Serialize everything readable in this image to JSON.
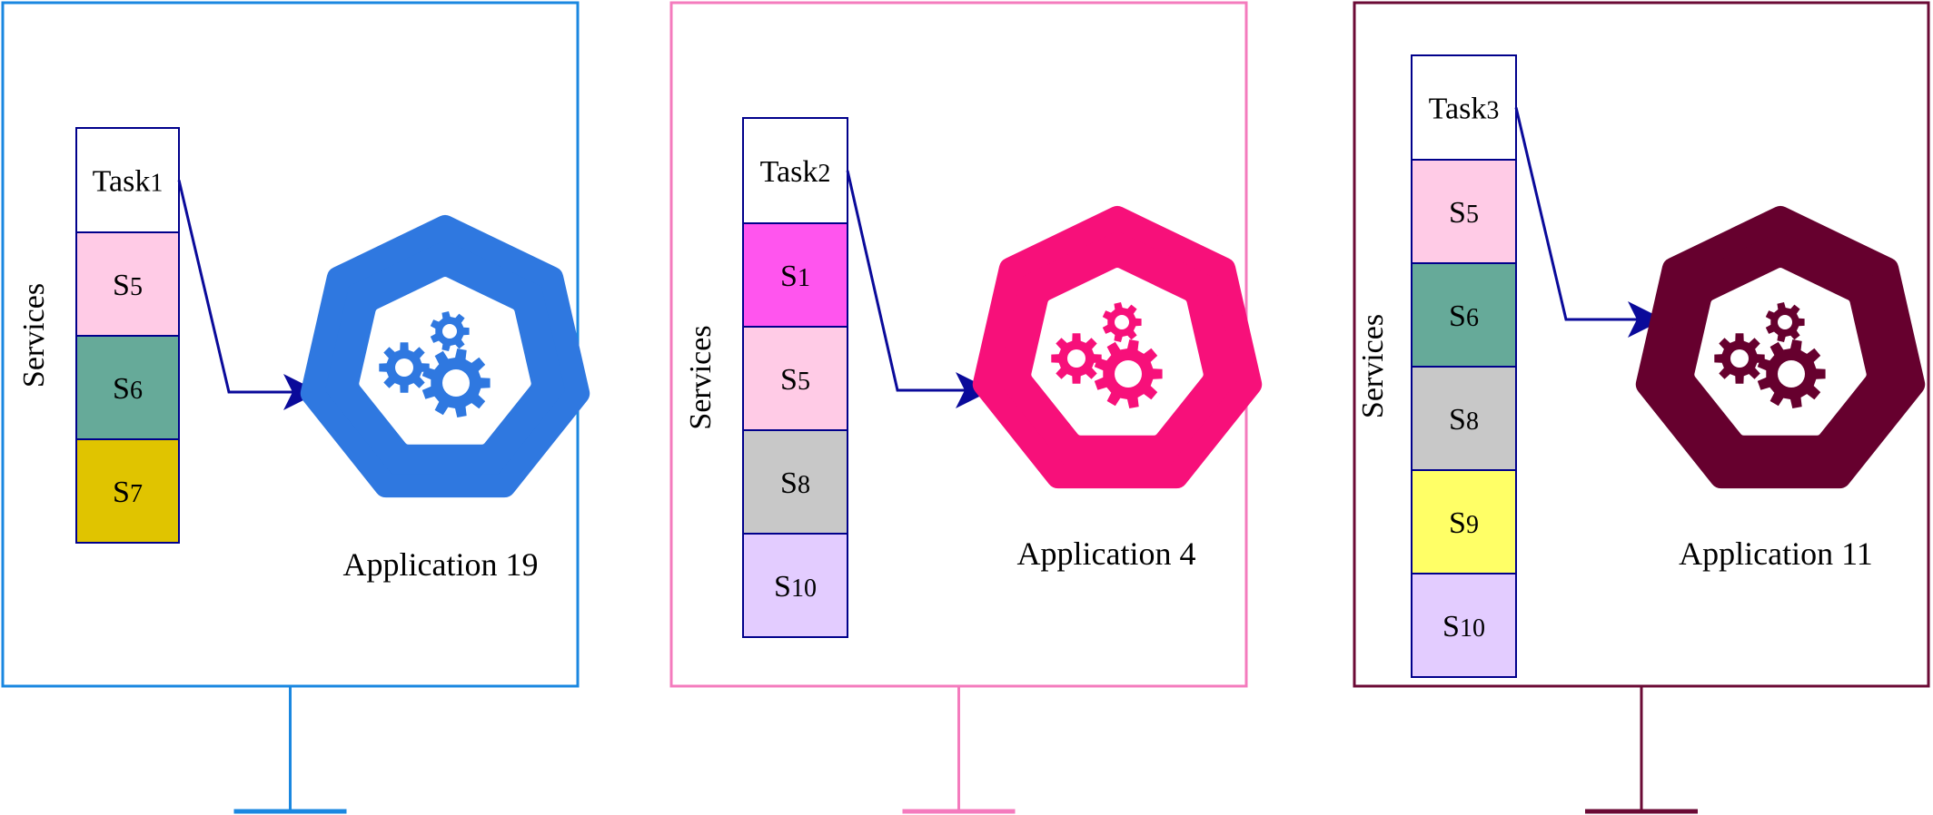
{
  "colors": {
    "arrow": "#0a0a9a",
    "cell_border": "#00008b"
  },
  "panels": [
    {
      "frame_color": "#1a87e0",
      "icon_color": "#2f78e0",
      "services_label": "Services",
      "application_label": "Application 19",
      "task": {
        "name": "Task",
        "index": "1"
      },
      "services": [
        {
          "name": "S",
          "index": "5",
          "color": "#ffcbe6"
        },
        {
          "name": "S",
          "index": "6",
          "color": "#66aa99"
        },
        {
          "name": "S",
          "index": "7",
          "color": "#e0c400"
        }
      ]
    },
    {
      "frame_color": "#f47bbd",
      "icon_color": "#f7107a",
      "services_label": "Services",
      "application_label": "Application 4",
      "task": {
        "name": "Task",
        "index": "2"
      },
      "services": [
        {
          "name": "S",
          "index": "1",
          "color": "#ff55ee"
        },
        {
          "name": "S",
          "index": "5",
          "color": "#ffcbe6"
        },
        {
          "name": "S",
          "index": "8",
          "color": "#c8c8c8"
        },
        {
          "name": "S",
          "index": "10",
          "color": "#e3ccff"
        }
      ]
    },
    {
      "frame_color": "#6b0a35",
      "icon_color": "#66002e",
      "services_label": "Services",
      "application_label": "Application 11",
      "task": {
        "name": "Task",
        "index": "3"
      },
      "services": [
        {
          "name": "S",
          "index": "5",
          "color": "#ffcbe6"
        },
        {
          "name": "S",
          "index": "6",
          "color": "#66aa99"
        },
        {
          "name": "S",
          "index": "8",
          "color": "#c8c8c8"
        },
        {
          "name": "S",
          "index": "9",
          "color": "#ffff66"
        },
        {
          "name": "S",
          "index": "10",
          "color": "#e3ccff"
        }
      ]
    }
  ]
}
